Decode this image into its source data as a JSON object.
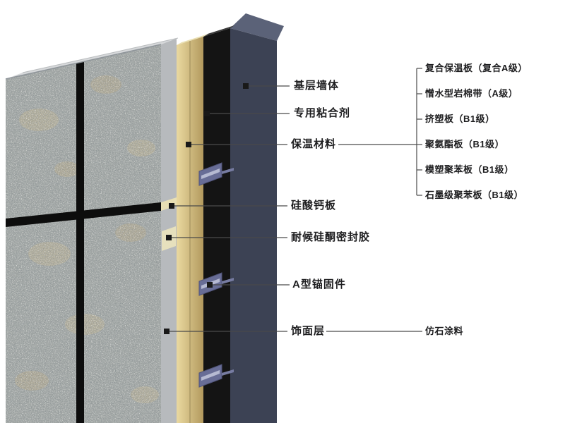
{
  "diagram": {
    "callouts": [
      "基层墙体",
      "专用粘合剂",
      "保温材料",
      "硅酸钙板",
      "耐候硅酮密封胶",
      "A型锚固件",
      "饰面层"
    ],
    "insulation_options": [
      "复合保温板（复合A级）",
      "憎水型岩棉带（A级）",
      "挤塑板（B1级）",
      "聚氨酯板（B1级）",
      "模塑聚苯板（B1级）",
      "石墨级聚苯板（B1级）"
    ],
    "finish_option": "仿石涂料",
    "colors": {
      "base_wall": "#3c4254",
      "base_wall_top": "#5b6278",
      "adhesive_layer": "#141414",
      "insulation_layer": "#cdb877",
      "calcium_silicate_board": "#b7babd",
      "granite_panel": "#a3a8a6",
      "panel_joint": "#0d0d0d",
      "anchor": "#686d96",
      "top_cap": "#d6d8da",
      "leader_line": "#4a4a4a",
      "background": "#ffffff"
    }
  }
}
